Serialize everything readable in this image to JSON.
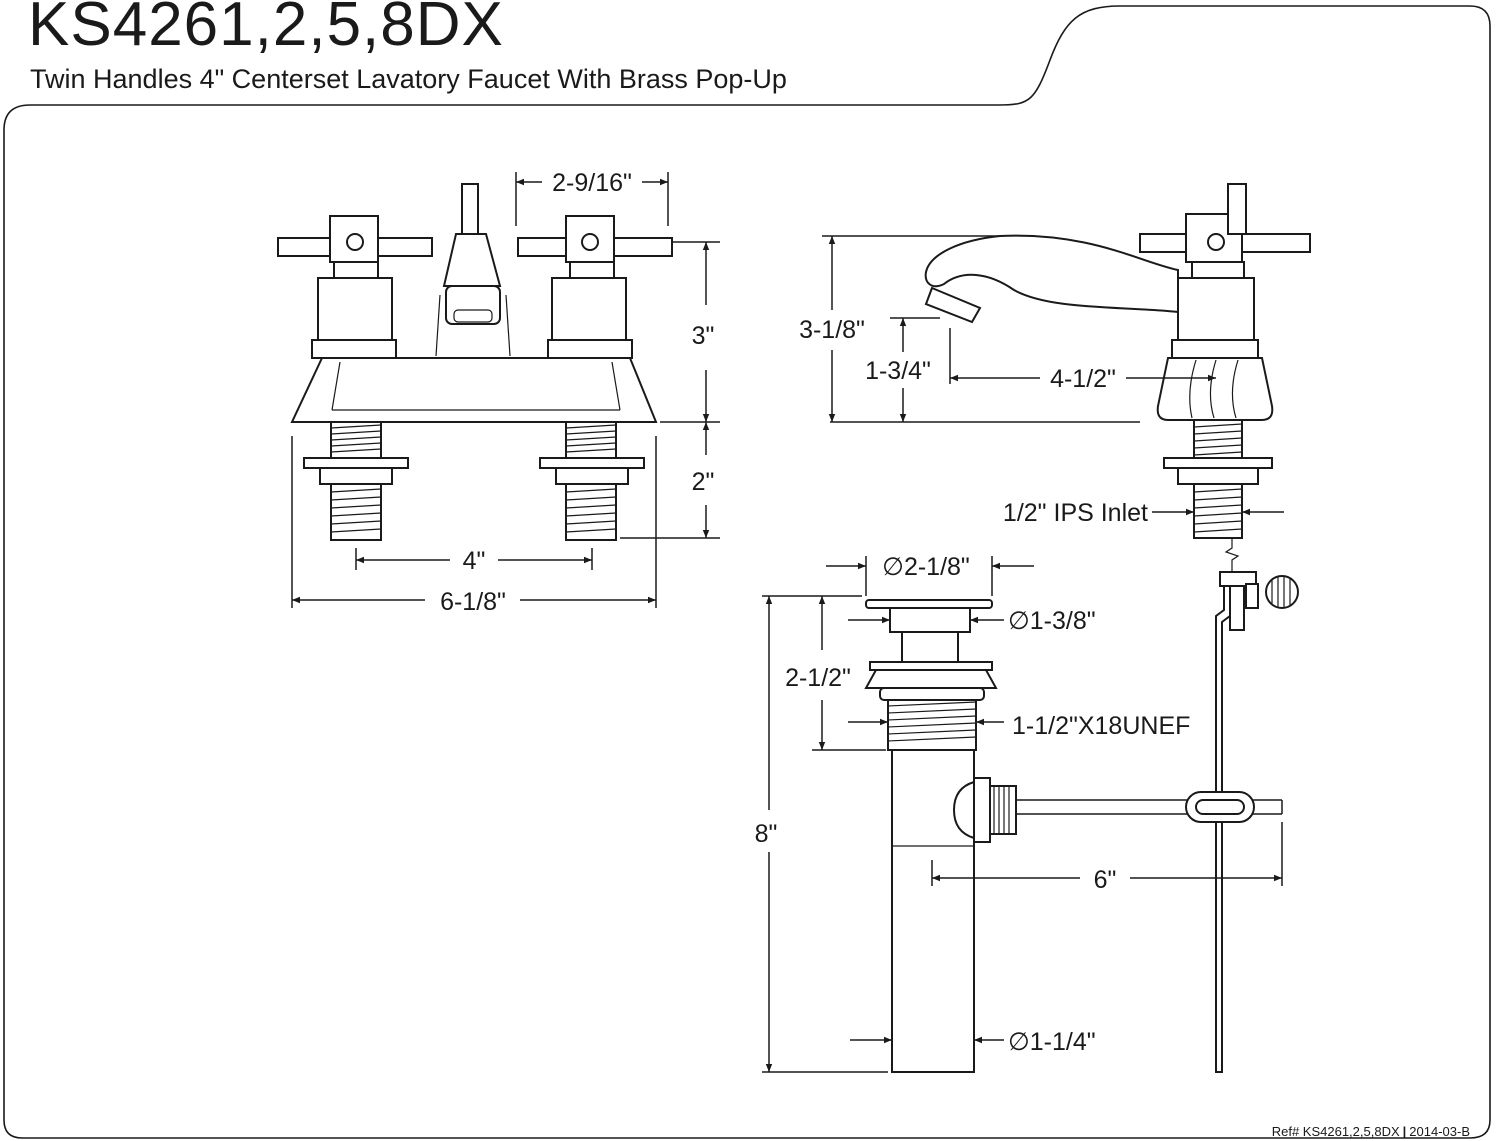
{
  "header": {
    "model": "KS4261,2,5,8DX",
    "description": "Twin Handles 4\" Centerset Lavatory Faucet With Brass Pop-Up"
  },
  "footer": {
    "ref": "Ref# KS4261,2,5,8DX",
    "revision": "2014-03-B"
  },
  "front_view": {
    "dims": {
      "handle_spacing": "2-9/16\"",
      "height": "3\"",
      "shank_length": "2\"",
      "center": "4\"",
      "overall_width": "6-1/8\""
    }
  },
  "side_view": {
    "dims": {
      "total_height": "3-1/8\"",
      "spout_clearance": "1-3/4\"",
      "spout_reach": "4-1/2\"",
      "inlet": "1/2\" IPS Inlet"
    }
  },
  "drain": {
    "dims": {
      "flange_dia": "∅2-1/8\"",
      "stopper_dia": "∅1-3/8\"",
      "body_height": "2-1/2\"",
      "thread": "1-1/2\"X18UNEF",
      "total_length": "8\"",
      "rod_length": "6\"",
      "tail_dia": "∅1-1/4\""
    }
  }
}
